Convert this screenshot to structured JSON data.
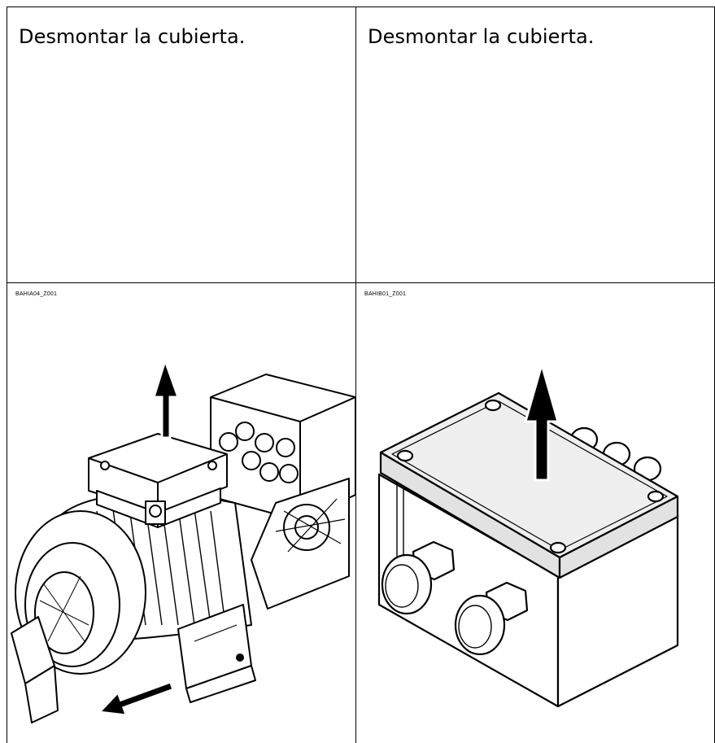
{
  "table": {
    "rows": [
      {
        "left_text": "Desmontar la cubierta.",
        "right_text": "Desmontar la cubierta."
      }
    ],
    "figures": [
      {
        "code": "BAHIA04_Z001",
        "icon": "gearmotor-cover-removal-illustration"
      },
      {
        "code": "BAHIB01_Z001",
        "icon": "junction-box-cover-removal-illustration"
      }
    ]
  }
}
